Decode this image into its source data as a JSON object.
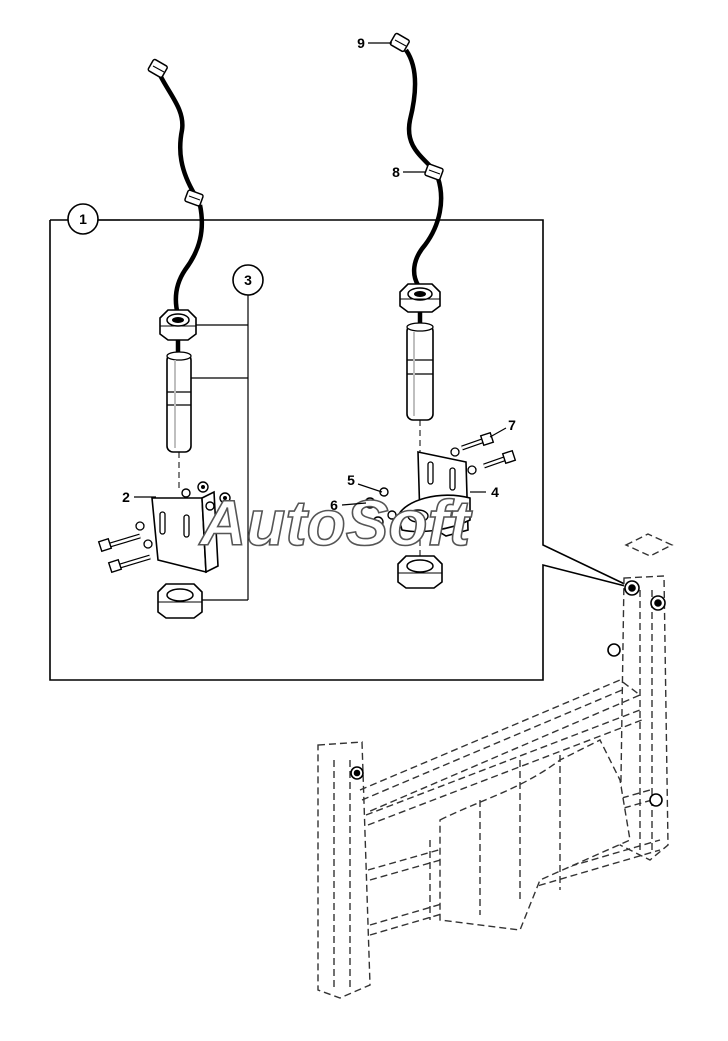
{
  "callouts": {
    "c1": "1",
    "c2": "2",
    "c3": "3",
    "c4": "4",
    "c5": "5",
    "c6": "6",
    "c7": "7",
    "c8": "8",
    "c9": "9"
  },
  "watermark": "AutoSoft",
  "colors": {
    "line": "#000000",
    "dashed": "#333333",
    "background": "#ffffff",
    "part_fill": "#ffffff",
    "shade": "#bfbfbf"
  }
}
